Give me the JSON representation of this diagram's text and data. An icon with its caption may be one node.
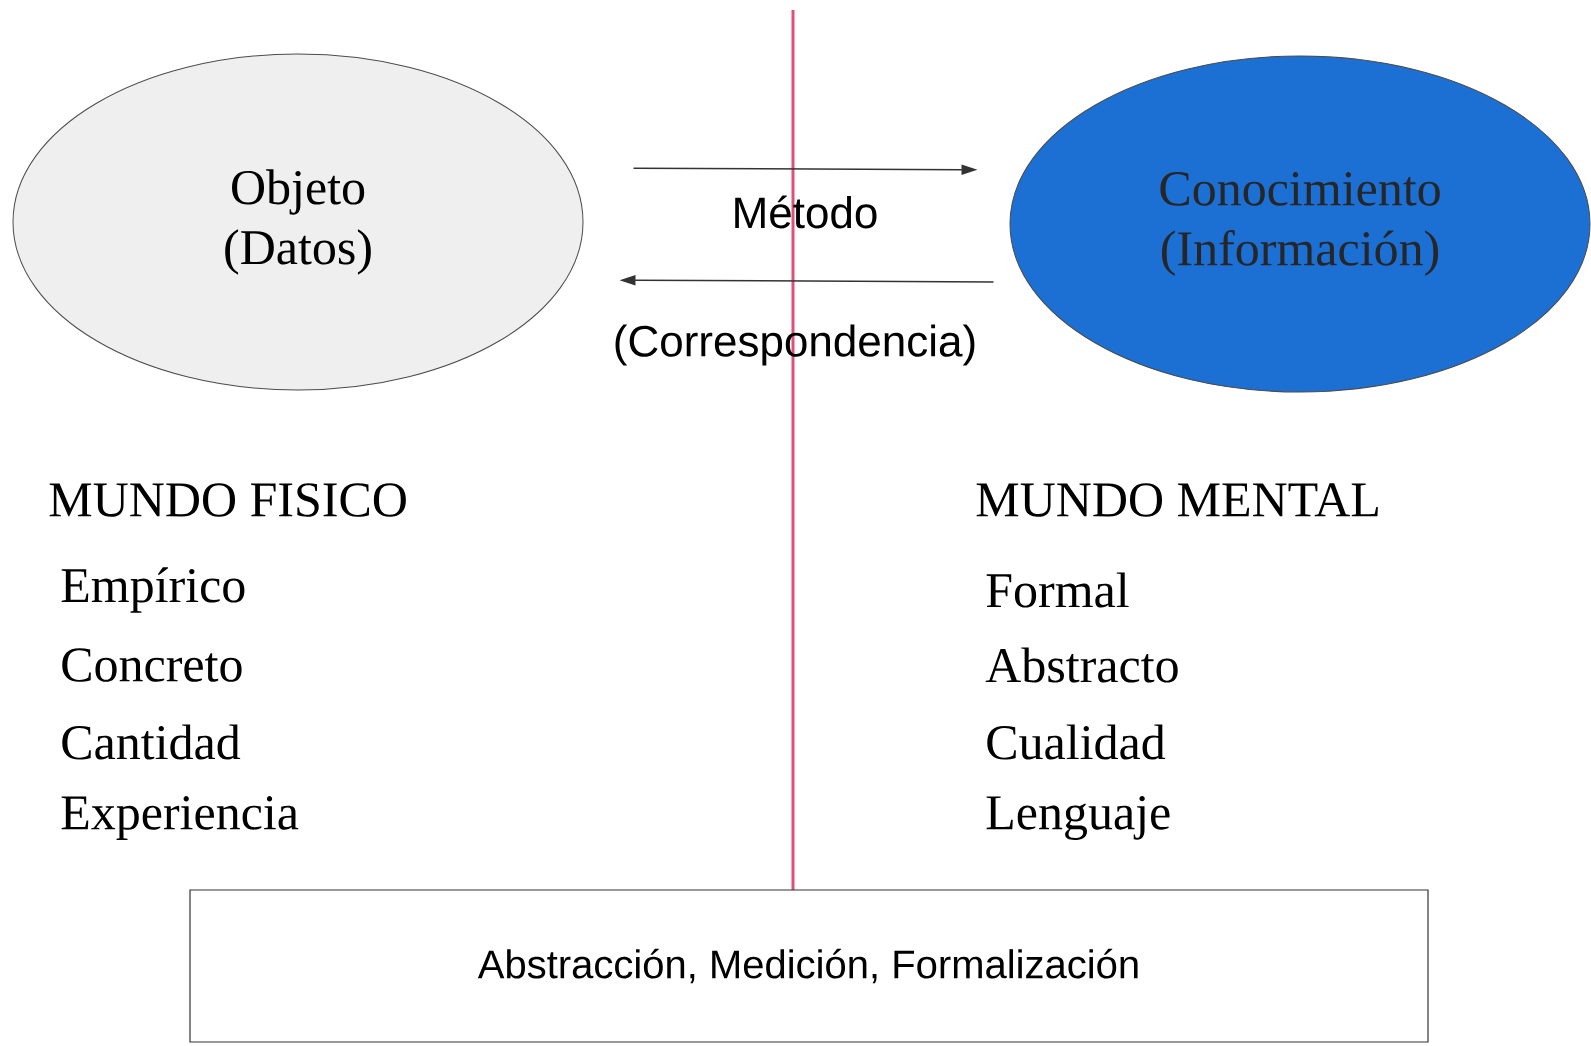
{
  "diagram": {
    "nodes": [
      {
        "text": [
          "Objeto (Datos)"
        ]
      },
      {
        "text": [
          "Conocimiento (Información)"
        ]
      },
      {
        "text": [
          "Abstracción, Medición, Formalización"
        ]
      }
    ],
    "edges": [
      {
        "from": 0,
        "to": 1,
        "arrow": "to"
      },
      {
        "from": 1,
        "to": 0,
        "arrow": "to"
      }
    ],
    "labels": [
      "Método",
      "(Correspondencia)",
      "MUNDO FISICO",
      "Empírico",
      "Concreto",
      "Cantidad",
      "Experiencia",
      "MUNDO MENTAL",
      "Formal",
      "Abstracto",
      "Cualidad",
      "Lenguaje"
    ]
  }
}
